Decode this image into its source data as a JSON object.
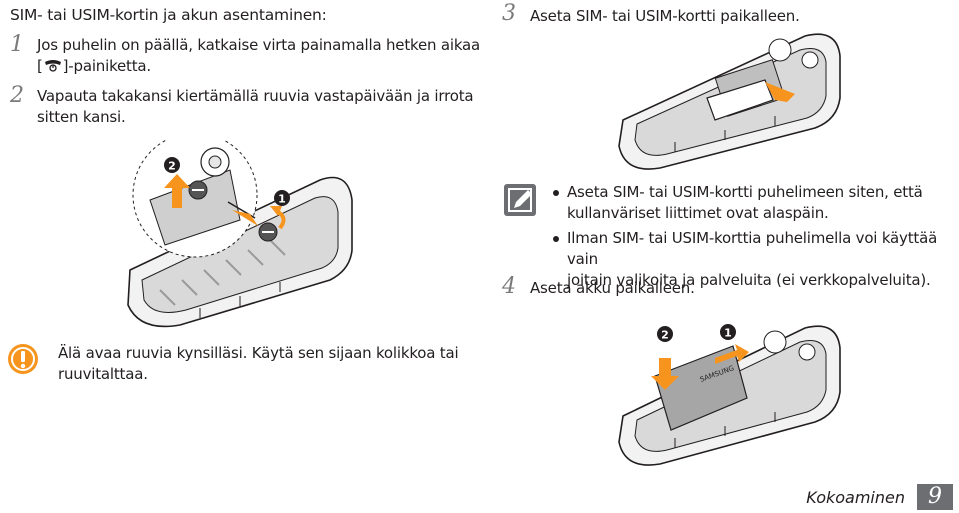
{
  "heading": "SIM- tai USIM-kortin ja akun asentaminen:",
  "steps": [
    {
      "num": "1",
      "text_before": "Jos puhelin on päällä, katkaise virta painamalla hetken aikaa",
      "text_line2_prefix": "[",
      "text_line2_suffix": "]-painiketta."
    },
    {
      "num": "2",
      "line1": "Vapauta takakansi kiertämällä ruuvia vastapäivään ja irrota",
      "line2": "sitten kansi."
    },
    {
      "num": "3",
      "text": "Aseta SIM- tai USIM-kortti paikalleen."
    },
    {
      "num": "4",
      "text": "Aseta akku paikalleen."
    }
  ],
  "callouts": {
    "one": "1",
    "two": "2"
  },
  "note": {
    "bullets": [
      {
        "line1": "Aseta SIM- tai USIM-kortti puhelimeen siten, että",
        "line2": "kullanväriset liittimet ovat alaspäin."
      },
      {
        "line1": "Ilman SIM- tai USIM-korttia puhelimella voi käyttää vain",
        "line2": "joitain valikoita ja palveluita (ei verkkopalveluita)."
      }
    ]
  },
  "warning": {
    "line1": "Älä avaa ruuvia kynsilläsi. Käytä sen sijaan kolikkoa tai",
    "line2": "ruuvitalttaa."
  },
  "battery_label": "SAMSUNG",
  "footer": {
    "section": "Kokoaminen",
    "page": "9"
  },
  "colors": {
    "accent_orange": "#f7941d",
    "warning_orange": "#f7941d",
    "page_tab": "#6d6e71",
    "step_number_gray": "#7a7a7a"
  }
}
